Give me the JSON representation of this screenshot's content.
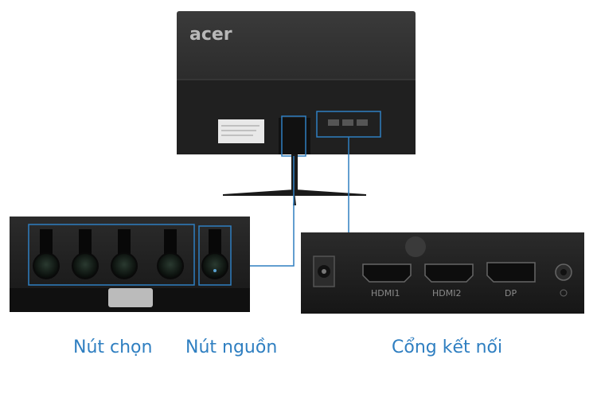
{
  "monitor": {
    "brand": "acer"
  },
  "ports": [
    {
      "name": "HDMI1"
    },
    {
      "name": "HDMI2"
    },
    {
      "name": "DP"
    }
  ],
  "captions": {
    "select_buttons": "Nút chọn",
    "power_button": "Nút nguồn",
    "ports": "Cổng kết nối"
  },
  "colors": {
    "callout_line": "#2f7fc1",
    "caption_text": "#2f7fc1",
    "panel_dark": "#1d1d1d"
  }
}
